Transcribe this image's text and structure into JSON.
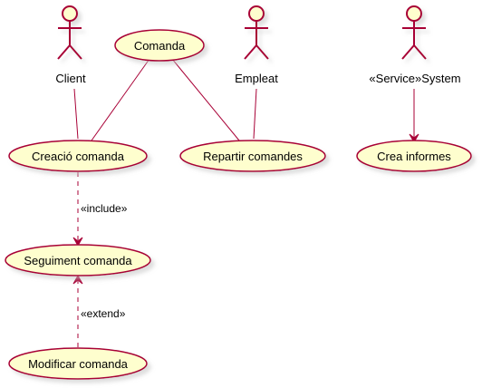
{
  "colors": {
    "node_fill": "#FEFECE",
    "node_stroke": "#A80036",
    "shadow": "#C9C9C9"
  },
  "actors": {
    "client": "Client",
    "empleat": "Empleat",
    "system": "«Service»System"
  },
  "use_cases": {
    "comanda": "Comanda",
    "creacio_comanda": "Creació comanda",
    "repartir_comandes": "Repartir comandes",
    "crea_informes": "Crea informes",
    "seguiment_comanda": "Seguiment comanda",
    "modificar_comanda": "Modificar comanda"
  },
  "relations": {
    "include_label": "«include»",
    "extend_label": "«extend»"
  }
}
